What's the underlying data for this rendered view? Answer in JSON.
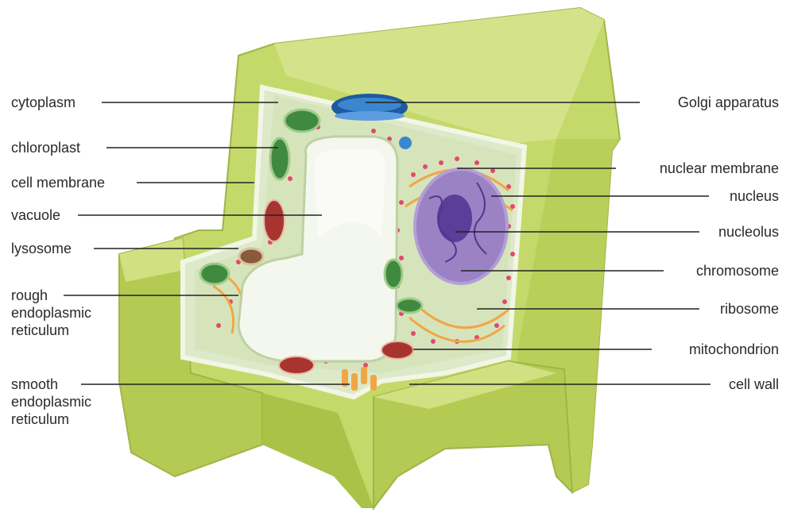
{
  "diagram": {
    "labels_left": {
      "cytoplasm": "cytoplasm",
      "chloroplast": "chloroplast",
      "cell_membrane": "cell membrane",
      "vacuole": "vacuole",
      "lysosome": "lysosome",
      "rough_er": "rough\nendoplasmic\nreticulum",
      "smooth_er": "smooth\nendoplasmic\nreticulum"
    },
    "labels_right": {
      "golgi": "Golgi apparatus",
      "nuclear_membrane": "nuclear membrane",
      "nucleus": "nucleus",
      "nucleolus": "nucleolus",
      "chromosome": "chromosome",
      "ribosome": "ribosome",
      "mitochondrion": "mitochondrion",
      "cell_wall": "cell wall"
    },
    "colors": {
      "cell_wall": "#c5d96a",
      "cell_wall_dark": "#a9c247",
      "cytoplasm": "#dde9c8",
      "vacuole": "#f4f7ee",
      "chloroplast": "#3f8a3f",
      "nucleus": "#9b82c4",
      "nucleolus": "#5b3d9a",
      "golgi": "#2a6fb5",
      "mitochondrion": "#a8342f",
      "ribosome": "#e4486e",
      "er": "#f0a648"
    }
  }
}
